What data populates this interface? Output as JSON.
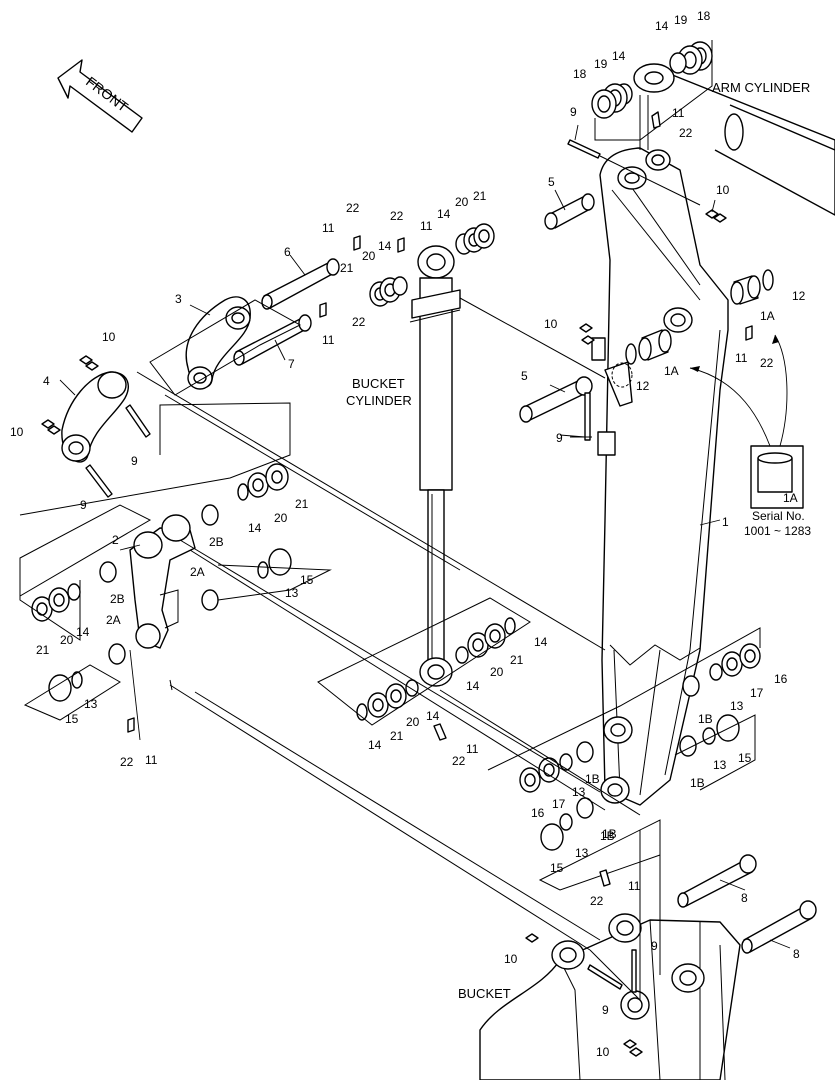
{
  "labels": {
    "front": "FRONT",
    "arm_cylinder": "ARM CYLINDER",
    "bucket_cylinder_1": "BUCKET",
    "bucket_cylinder_2": "CYLINDER",
    "bucket": "BUCKET",
    "serial_1": "Serial No.",
    "serial_2": "1001 ~ 1283",
    "inset_part": "1A"
  },
  "callouts": [
    {
      "id": "c-18a",
      "text": "18"
    },
    {
      "id": "c-19a",
      "text": "19"
    },
    {
      "id": "c-14a",
      "text": "14"
    },
    {
      "id": "c-18b",
      "text": "18"
    },
    {
      "id": "c-19b",
      "text": "19"
    },
    {
      "id": "c-14b",
      "text": "14"
    },
    {
      "id": "c-9a",
      "text": "9"
    },
    {
      "id": "c-11a",
      "text": "11"
    },
    {
      "id": "c-22a",
      "text": "22"
    },
    {
      "id": "c-5a",
      "text": "5"
    },
    {
      "id": "c-10a",
      "text": "10"
    },
    {
      "id": "c-22b",
      "text": "22"
    },
    {
      "id": "c-11b",
      "text": "11"
    },
    {
      "id": "c-22c",
      "text": "22"
    },
    {
      "id": "c-11c",
      "text": "11"
    },
    {
      "id": "c-14c",
      "text": "14"
    },
    {
      "id": "c-20a",
      "text": "20"
    },
    {
      "id": "c-21a",
      "text": "21"
    },
    {
      "id": "c-6",
      "text": "6"
    },
    {
      "id": "c-21b",
      "text": "21"
    },
    {
      "id": "c-20b",
      "text": "20"
    },
    {
      "id": "c-14d",
      "text": "14"
    },
    {
      "id": "c-3",
      "text": "3"
    },
    {
      "id": "c-22d",
      "text": "22"
    },
    {
      "id": "c-11d",
      "text": "11"
    },
    {
      "id": "c-7",
      "text": "7"
    },
    {
      "id": "c-10b",
      "text": "10"
    },
    {
      "id": "c-4",
      "text": "4"
    },
    {
      "id": "c-10c",
      "text": "10"
    },
    {
      "id": "c-9b",
      "text": "9"
    },
    {
      "id": "c-9c",
      "text": "9"
    },
    {
      "id": "c-12a",
      "text": "12"
    },
    {
      "id": "c-1Aa",
      "text": "1A"
    },
    {
      "id": "c-11e",
      "text": "11"
    },
    {
      "id": "c-22e",
      "text": "22"
    },
    {
      "id": "c-1Ab",
      "text": "1A"
    },
    {
      "id": "c-10d",
      "text": "10"
    },
    {
      "id": "c-12b",
      "text": "12"
    },
    {
      "id": "c-5b",
      "text": "5"
    },
    {
      "id": "c-9d",
      "text": "9"
    },
    {
      "id": "c-1",
      "text": "1"
    },
    {
      "id": "c-21c",
      "text": "21"
    },
    {
      "id": "c-20c",
      "text": "20"
    },
    {
      "id": "c-14e",
      "text": "14"
    },
    {
      "id": "c-2",
      "text": "2"
    },
    {
      "id": "c-2Ba",
      "text": "2B"
    },
    {
      "id": "c-2A",
      "text": "2A"
    },
    {
      "id": "c-2Bb",
      "text": "2B"
    },
    {
      "id": "c-15a",
      "text": "15"
    },
    {
      "id": "c-13a",
      "text": "13"
    },
    {
      "id": "c-2Ab",
      "text": "2A"
    },
    {
      "id": "c-21d",
      "text": "21"
    },
    {
      "id": "c-20d",
      "text": "20"
    },
    {
      "id": "c-14f",
      "text": "14"
    },
    {
      "id": "c-15b",
      "text": "15"
    },
    {
      "id": "c-13b",
      "text": "13"
    },
    {
      "id": "c-22f",
      "text": "22"
    },
    {
      "id": "c-11f",
      "text": "11"
    },
    {
      "id": "c-14g",
      "text": "14"
    },
    {
      "id": "c-21e",
      "text": "21"
    },
    {
      "id": "c-20e",
      "text": "20"
    },
    {
      "id": "c-14h",
      "text": "14"
    },
    {
      "id": "c-14i",
      "text": "14"
    },
    {
      "id": "c-21f",
      "text": "21"
    },
    {
      "id": "c-20f",
      "text": "20"
    },
    {
      "id": "c-14j",
      "text": "14"
    },
    {
      "id": "c-11g",
      "text": "11"
    },
    {
      "id": "c-22g",
      "text": "22"
    },
    {
      "id": "c-16a",
      "text": "16"
    },
    {
      "id": "c-17a",
      "text": "17"
    },
    {
      "id": "c-13c",
      "text": "13"
    },
    {
      "id": "c-1Ba",
      "text": "1B"
    },
    {
      "id": "c-1Bb",
      "text": "1B"
    },
    {
      "id": "c-15c",
      "text": "15"
    },
    {
      "id": "c-13d",
      "text": "13"
    },
    {
      "id": "c-1Bc",
      "text": "1B"
    },
    {
      "id": "c-16b",
      "text": "16"
    },
    {
      "id": "c-17b",
      "text": "17"
    },
    {
      "id": "c-13e",
      "text": "13"
    },
    {
      "id": "c-1Bd",
      "text": "1B"
    },
    {
      "id": "c-15d",
      "text": "15"
    },
    {
      "id": "c-13f",
      "text": "13"
    },
    {
      "id": "c-1Be",
      "text": "1B"
    },
    {
      "id": "c-22h",
      "text": "22"
    },
    {
      "id": "c-11h",
      "text": "11"
    },
    {
      "id": "c-8a",
      "text": "8"
    },
    {
      "id": "c-8b",
      "text": "8"
    },
    {
      "id": "c-9e",
      "text": "9"
    },
    {
      "id": "c-10e",
      "text": "10"
    },
    {
      "id": "c-9f",
      "text": "9"
    },
    {
      "id": "c-10f",
      "text": "10"
    }
  ]
}
